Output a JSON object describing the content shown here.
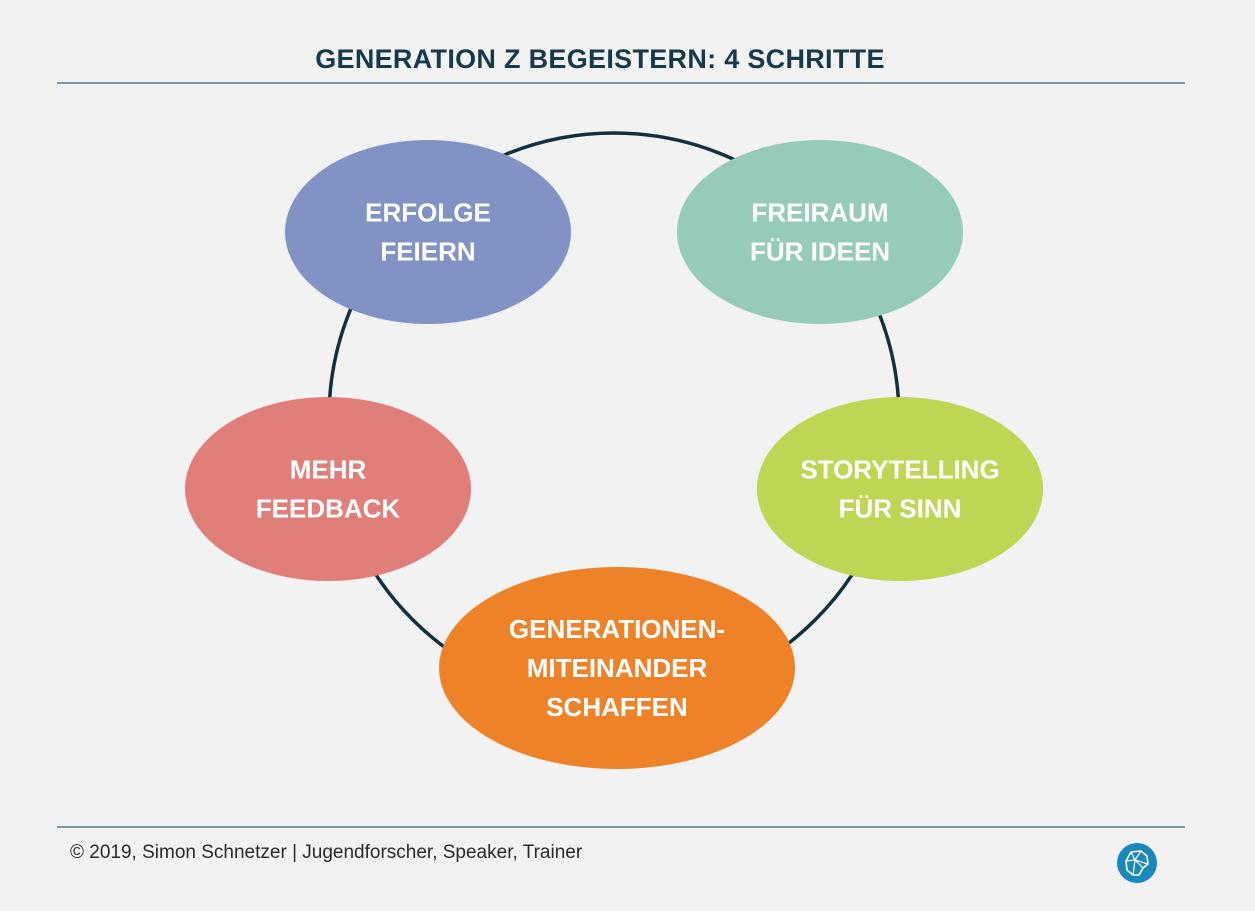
{
  "title": "GENERATION Z BEGEISTERN: 4 SCHRITTE",
  "colors": {
    "background": "#f2f2f2",
    "title": "#17394d",
    "ring": "#13303f",
    "rule": "#7d98a6",
    "logo": "#1a88b8"
  },
  "nodes": [
    {
      "lines": [
        "ERFOLGE",
        "FEIERN"
      ],
      "color": "#8193c4"
    },
    {
      "lines": [
        "FREIRAUM",
        "FÜR IDEEN"
      ],
      "color": "#96ccb7"
    },
    {
      "lines": [
        "STORYTELLING",
        "FÜR SINN"
      ],
      "color": "#bdd654"
    },
    {
      "lines": [
        "GENERATIONEN-",
        "MITEINANDER",
        "SCHAFFEN"
      ],
      "color": "#ee8228"
    },
    {
      "lines": [
        "MEHR",
        "FEEDBACK"
      ],
      "color": "#e07e7a"
    }
  ],
  "footer": {
    "credit": "© 2019, Simon Schnetzer | Jugendforscher, Speaker, Trainer",
    "logo_icon": "brain-icon"
  }
}
